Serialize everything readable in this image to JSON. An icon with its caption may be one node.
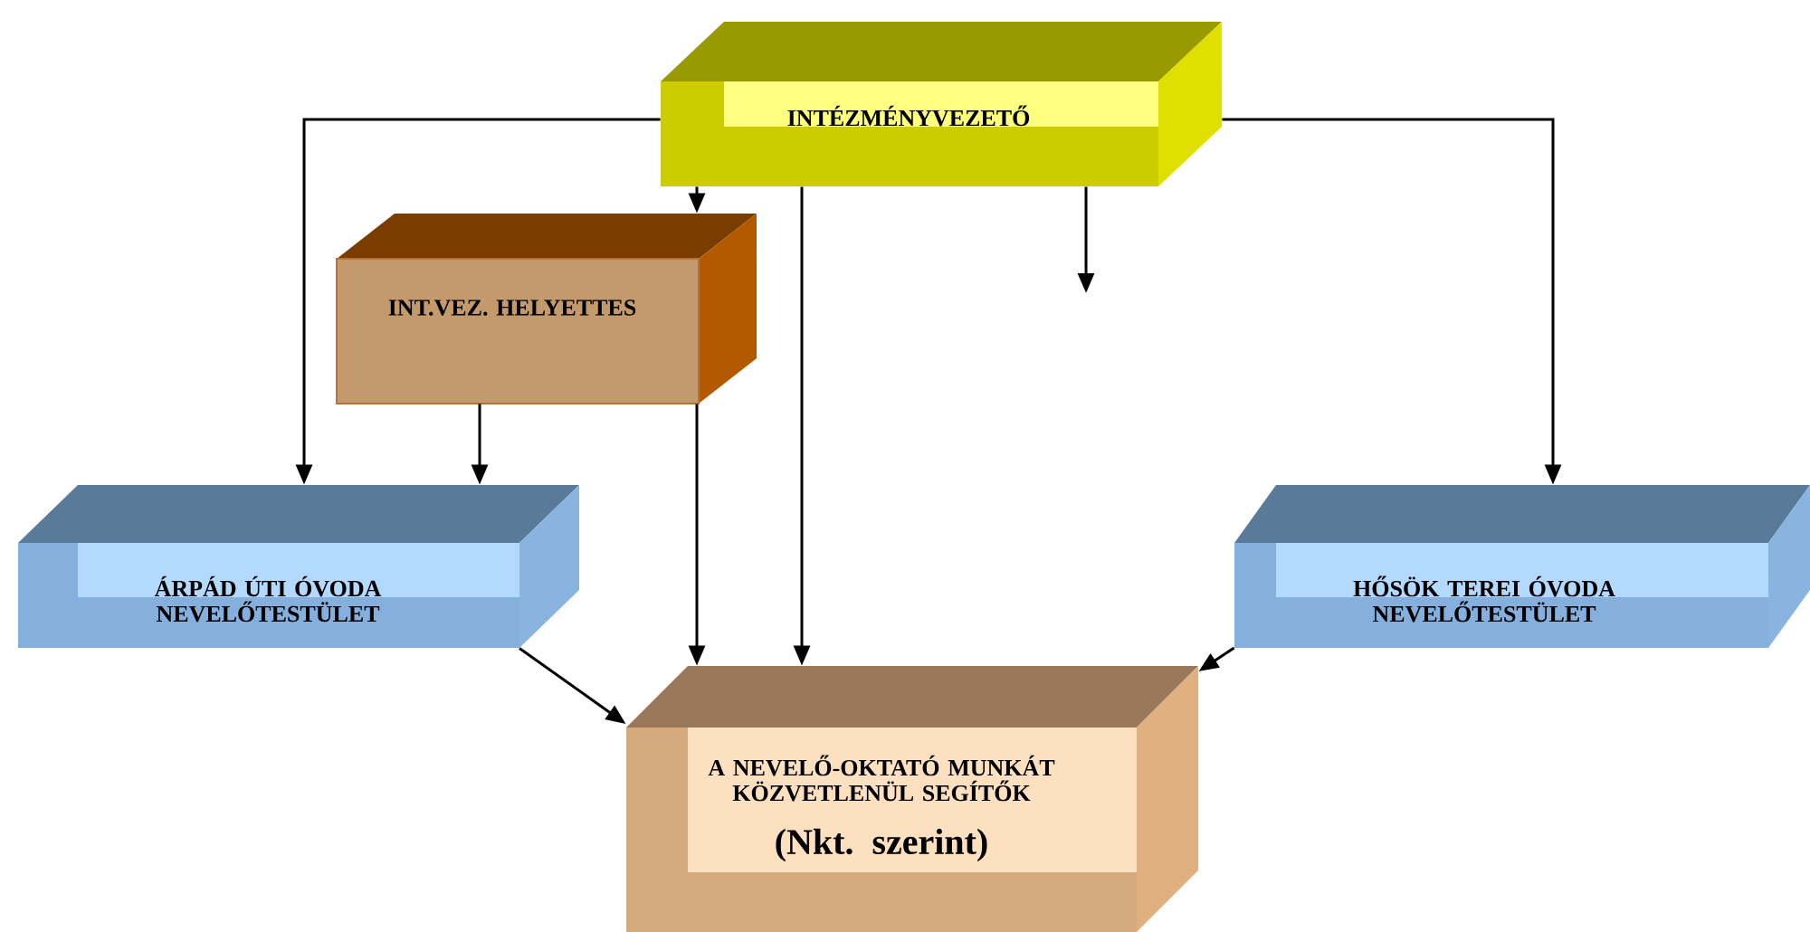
{
  "diagram": {
    "nodes": [
      {
        "text": [
          "INTÉZMÉNYVEZETŐ"
        ]
      },
      {
        "text": [
          "INT.VEZ. HELYETTES"
        ]
      },
      {
        "text": [
          "ÁRPÁD ÚTI ÓVODA NEVELŐTESTÜLET"
        ]
      },
      {
        "text": [
          "HŐSÖK TEREI ÓVODA NEVELŐTESTÜLET"
        ]
      },
      {
        "text": [
          "A NEVELŐ-OKTATÓ MUNKÁT KÖZVETLENÜL SEGÍTŐK",
          "(Nkt. szerint)"
        ]
      }
    ],
    "edges": [
      {
        "from": 0,
        "to": 2,
        "arrow": "to"
      },
      {
        "from": 0,
        "to": 1,
        "arrow": "to"
      },
      {
        "from": 0,
        "to": 4,
        "arrow": "to"
      },
      {
        "from": 0,
        "to": null,
        "arrow": "to"
      },
      {
        "from": 0,
        "to": 3,
        "arrow": "to"
      },
      {
        "from": 1,
        "to": 2,
        "arrow": "to"
      },
      {
        "from": 1,
        "to": 4,
        "arrow": "to"
      },
      {
        "from": 2,
        "to": 4,
        "arrow": "to"
      },
      {
        "from": 3,
        "to": 4,
        "arrow": "to"
      }
    ]
  }
}
